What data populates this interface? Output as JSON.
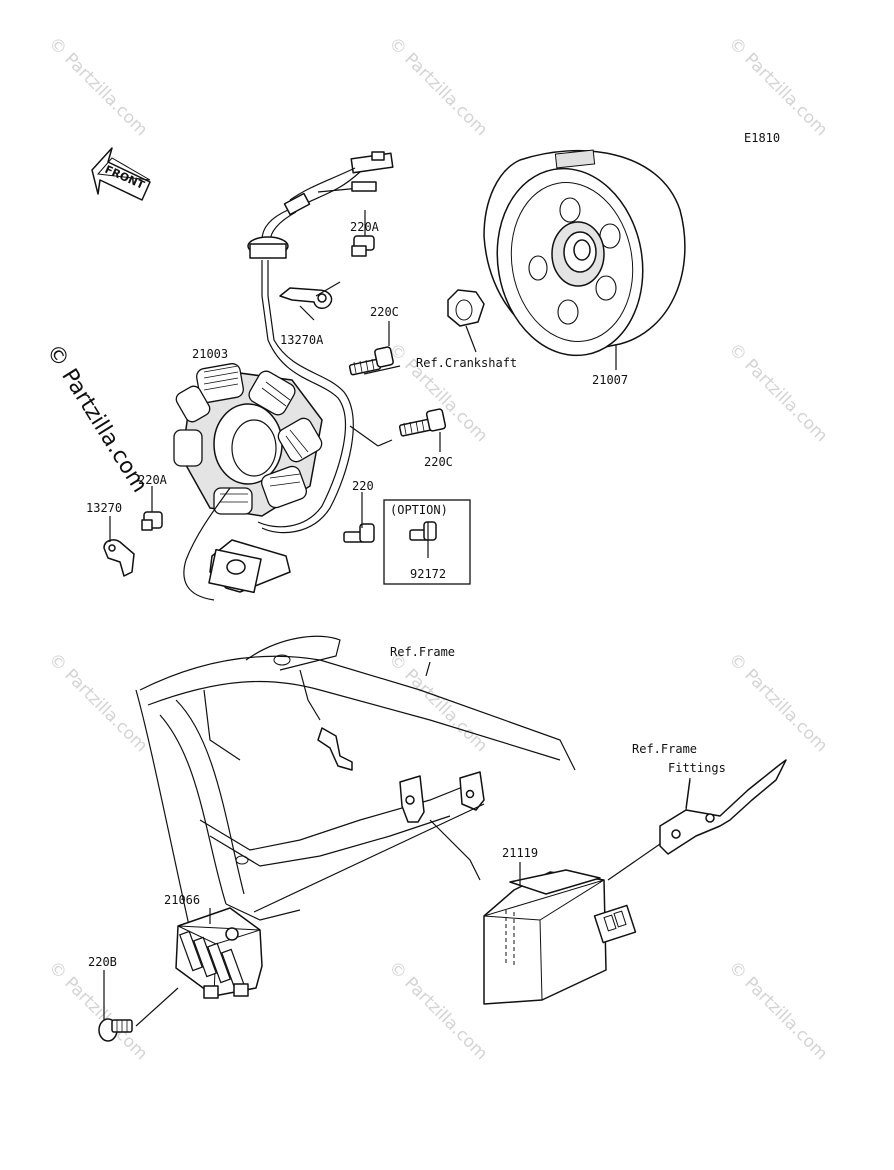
{
  "diagram_code": "E1810",
  "front_label": "FRONT",
  "watermark_text": "© Partzilla.com",
  "labels": {
    "p220A_top": "220A",
    "p13270A": "13270A",
    "p220C_top": "220C",
    "p21003": "21003",
    "p220C_bottom": "220C",
    "p220A_left": "220A",
    "p220": "220",
    "p13270": "13270",
    "option": "(OPTION)",
    "p92172": "92172",
    "ref_crankshaft": "Ref.Crankshaft",
    "p21007": "21007",
    "ref_frame": "Ref.Frame",
    "ref_frame_fittings_1": "Ref.Frame",
    "ref_frame_fittings_2": "Fittings",
    "p21119": "21119",
    "p21066": "21066",
    "p220B": "220B"
  }
}
